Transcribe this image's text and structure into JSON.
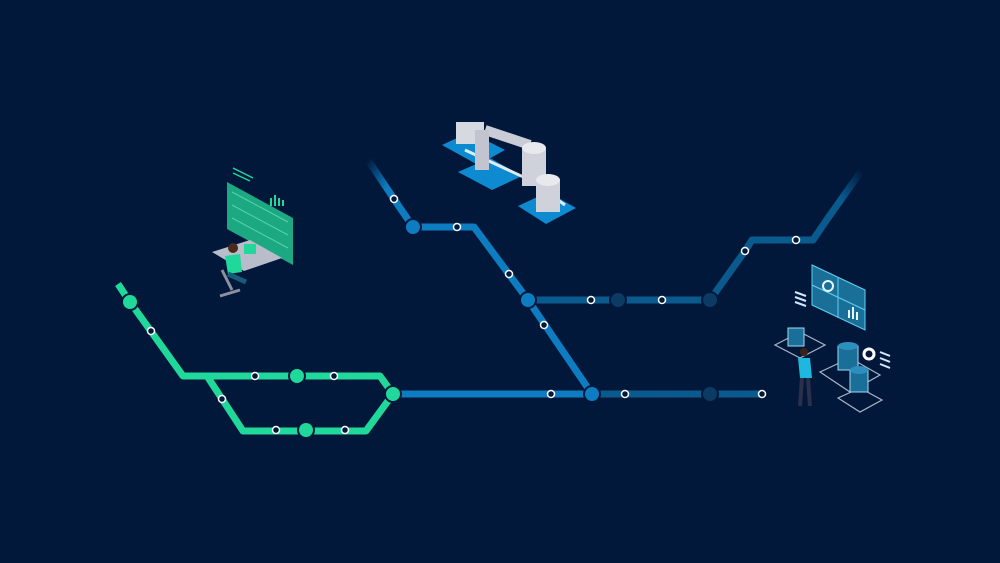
{
  "colors": {
    "background": "#02183b",
    "green_line": "#1fd89a",
    "blue_line": "#0d7cc0",
    "dark_blue_line": "#0a5a8e",
    "node_fill_dark": "#0b3a63"
  },
  "illustrations": [
    "operator-at-desk-with-monitor",
    "industrial-plant-machinery",
    "engineer-with-data-dashboard"
  ]
}
